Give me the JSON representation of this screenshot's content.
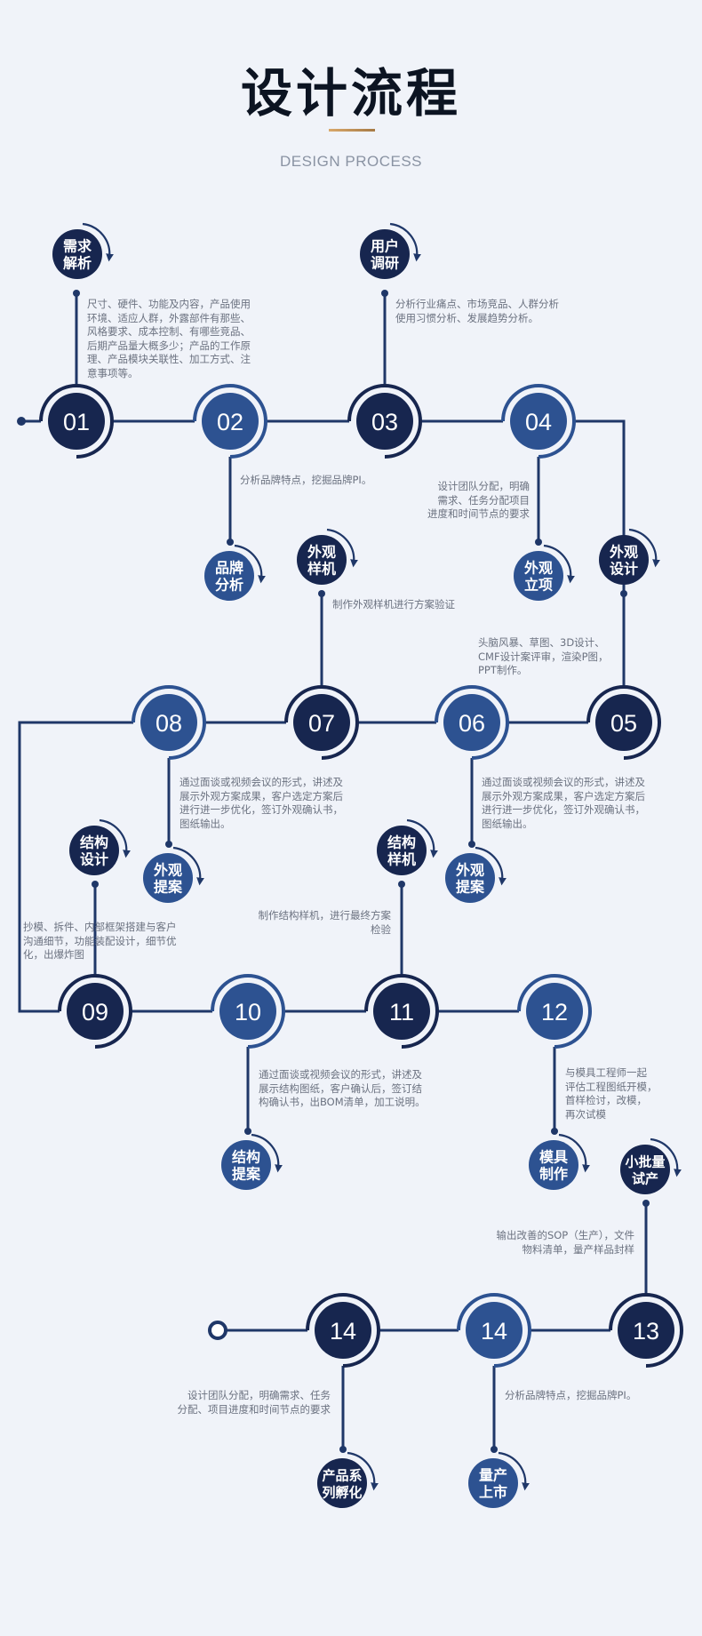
{
  "header": {
    "title": "设计流程",
    "subtitle": "DESIGN PROCESS"
  },
  "colors": {
    "navy": "#17264f",
    "blue": "#2d5291",
    "line": "#1f3768",
    "accent_gold": "#c8955a",
    "background": "#f0f3f9"
  },
  "milestones": [
    {
      "id": "m01",
      "label": "01",
      "tone": "navy"
    },
    {
      "id": "m02",
      "label": "02",
      "tone": "blue"
    },
    {
      "id": "m03",
      "label": "03",
      "tone": "navy"
    },
    {
      "id": "m04",
      "label": "04",
      "tone": "blue"
    },
    {
      "id": "m05",
      "label": "05",
      "tone": "navy"
    },
    {
      "id": "m06",
      "label": "06",
      "tone": "blue"
    },
    {
      "id": "m07",
      "label": "07",
      "tone": "navy"
    },
    {
      "id": "m08",
      "label": "08",
      "tone": "blue"
    },
    {
      "id": "m09",
      "label": "09",
      "tone": "navy"
    },
    {
      "id": "m10",
      "label": "10",
      "tone": "blue"
    },
    {
      "id": "m11",
      "label": "11",
      "tone": "navy"
    },
    {
      "id": "m12",
      "label": "12",
      "tone": "blue"
    },
    {
      "id": "m13",
      "label": "13",
      "tone": "navy"
    },
    {
      "id": "m14a",
      "label": "14",
      "tone": "blue"
    },
    {
      "id": "m14b",
      "label": "14",
      "tone": "navy"
    }
  ],
  "branches": [
    {
      "id": "b01",
      "label": "需求\n解析",
      "tone": "navy",
      "description": "尺寸、硬件、功能及内容，产品使用\n环境、适应人群，外露部件有那些、\n风格要求、成本控制、有哪些竞品、\n后期产品量大概多少；产品的工作原\n理、产品模块关联性、加工方式、注\n意事项等。"
    },
    {
      "id": "b02",
      "label": "品牌\n分析",
      "tone": "blue",
      "description": "分析品牌特点，挖掘品牌PI。"
    },
    {
      "id": "b03",
      "label": "用户\n调研",
      "tone": "navy",
      "description": "分析行业痛点、市场竞品、人群分析\n使用习惯分析、发展趋势分析。"
    },
    {
      "id": "b04",
      "label": "外观\n立项",
      "tone": "blue",
      "description": "设计团队分配，明确\n需求、任务分配项目\n进度和时间节点的要求"
    },
    {
      "id": "b05",
      "label": "外观\n设计",
      "tone": "navy",
      "description": "头脑风暴、草图、3D设计、\nCMF设计案评审，渲染P图，\nPPT制作。"
    },
    {
      "id": "b06",
      "label": "外观\n提案",
      "tone": "blue",
      "description": "通过面谈或视频会议的形式，讲述及\n展示外观方案成果，客户选定方案后\n进行进一步优化，签订外观确认书，\n图纸输出。"
    },
    {
      "id": "b07",
      "label": "外观\n样机",
      "tone": "navy",
      "description": "制作外观样机进行方案验证"
    },
    {
      "id": "b08",
      "label": "外观\n提案",
      "tone": "blue",
      "description": "通过面谈或视频会议的形式，讲述及\n展示外观方案成果，客户选定方案后\n进行进一步优化，签订外观确认书，\n图纸输出。"
    },
    {
      "id": "b09",
      "label": "结构\n设计",
      "tone": "navy",
      "description": "抄模、拆件、内部框架搭建与客户\n沟通细节，功能装配设计，细节优\n化，出爆炸图"
    },
    {
      "id": "b10",
      "label": "结构\n提案",
      "tone": "blue",
      "description": "通过面谈或视频会议的形式，讲述及\n展示结构图纸，客户确认后，签订结\n构确认书，出BOM清单，加工说明。"
    },
    {
      "id": "b11",
      "label": "结构\n样机",
      "tone": "navy",
      "description": "制作结构样机，进行最终方案\n检验"
    },
    {
      "id": "b12",
      "label": "模具\n制作",
      "tone": "blue",
      "description": "与模具工程师一起\n评估工程图纸开模，\n首样检讨，改模，\n再次试模"
    },
    {
      "id": "b13",
      "label": "小批量\n试产",
      "tone": "navy",
      "description": "输出改善的SOP（生产），文件\n物料清单，量产样品封样"
    },
    {
      "id": "b14a",
      "label": "量产\n上市",
      "tone": "blue",
      "description": "分析品牌特点，挖掘品牌PI。"
    },
    {
      "id": "b14b",
      "label": "产品系\n列孵化",
      "tone": "navy",
      "description": "设计团队分配，明确需求、任务\n分配、项目进度和时间节点的要求"
    }
  ]
}
